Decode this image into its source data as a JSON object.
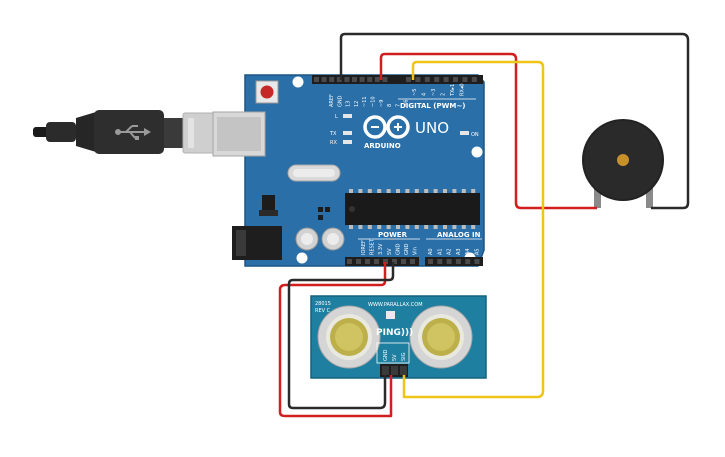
{
  "arduino": {
    "board_name": "UNO",
    "brand": "ARDUINO",
    "digital_header_label": "DIGITAL (PWM~)",
    "digital_pins": [
      "AREF",
      "GND",
      "13",
      "12",
      "~11",
      "~10",
      "~9",
      "8",
      "7",
      "~6",
      "~5",
      "4",
      "~3",
      "2",
      "TX▸1",
      "RX◂0"
    ],
    "analog_header_label": "ANALOG IN",
    "analog_pins": [
      "A0",
      "A1",
      "A2",
      "A3",
      "A4",
      "A5"
    ],
    "power_header_label": "POWER",
    "power_pins": [
      "IOREF",
      "RESET",
      "3.3V",
      "5V",
      "GND",
      "GND",
      "Vin"
    ],
    "led_labels": [
      "L",
      "TX",
      "RX"
    ],
    "on_label": "ON",
    "colors": {
      "board": "#2a6fa8",
      "board_edge": "#1c5585"
    }
  },
  "ping_sensor": {
    "part_code": "28015",
    "revision": "REV C",
    "website": "WWW.PARALLAX.COM",
    "name": "PING)))",
    "pin_labels": [
      "GND",
      "5V",
      "SIG"
    ],
    "colors": {
      "board": "#1f7fa0"
    }
  },
  "buzzer": {
    "colors": {
      "body": "#222222",
      "center": "#c8902a"
    }
  },
  "usb_cable": {
    "icon": "usb-icon"
  },
  "wires": {
    "colors": {
      "black": "#2a2a2a",
      "red": "#d11f1f",
      "yellow": "#f0c419"
    }
  }
}
